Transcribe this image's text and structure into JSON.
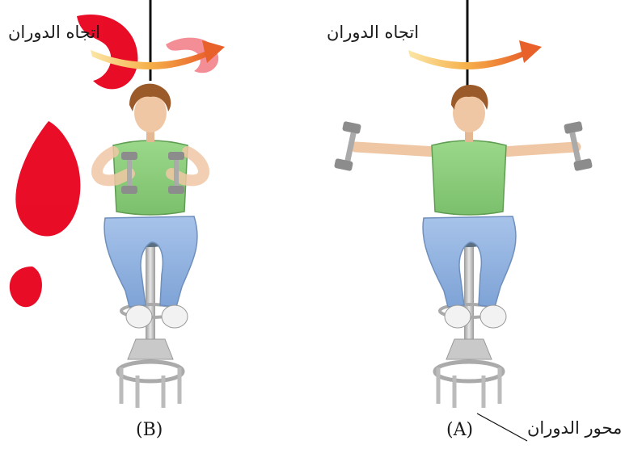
{
  "labels": {
    "rotation_direction_left": "اتجاه الدوران",
    "rotation_direction_right": "اتجاه الدوران",
    "rotation_axis": "محور الدوران",
    "panel_b": "(B)",
    "panel_a": "(A)"
  },
  "colors": {
    "arrow_start": "#f7d27a",
    "arrow_end": "#e8602a",
    "shirt": "#8fcf7f",
    "jeans": "#8fb1de",
    "skin": "#f0c7a4",
    "hair": "#9a5a2a",
    "dumbbell": "#9a9a9a",
    "stool_metal": "#bfbfbf",
    "watermark": "#e8001c"
  },
  "icons": [
    "dumbbell-icon",
    "rotation-arrow-icon",
    "stool-icon",
    "watermark-logo"
  ]
}
